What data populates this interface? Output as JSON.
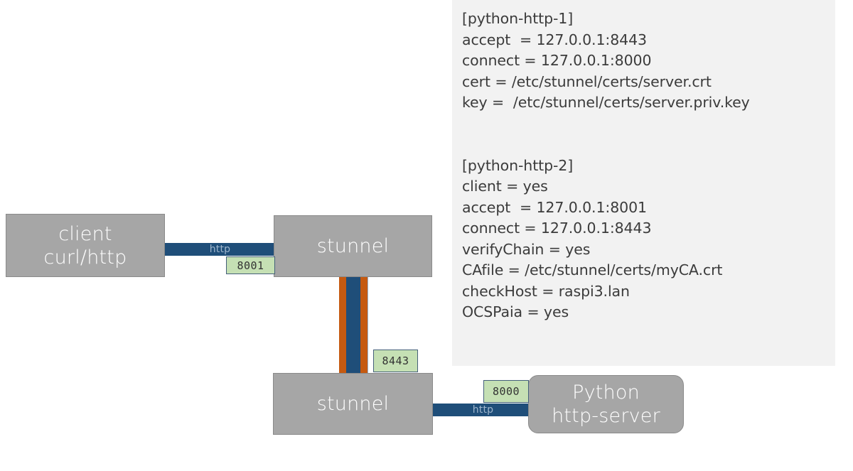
{
  "diagram": {
    "nodes": {
      "client": {
        "name": "client",
        "lines": [
          "client",
          "curl/http"
        ]
      },
      "stunnel_top": {
        "name": "stunnel",
        "lines": [
          "stunnel"
        ]
      },
      "stunnel_bottom": {
        "name": "stunnel",
        "lines": [
          "stunnel"
        ]
      },
      "python_server": {
        "name": "python-http-server",
        "lines": [
          "Python",
          "http-server"
        ]
      }
    },
    "links": {
      "client_to_stunnel": {
        "protocol_label": "http",
        "port": "8001"
      },
      "tls_tunnel": {
        "protocol_label": "",
        "port": "8443"
      },
      "stunnel_to_python": {
        "protocol_label": "http",
        "port": "8000"
      }
    },
    "colors": {
      "node_fill": "#a6a6a6",
      "node_border": "#8a8a8a",
      "node_text": "#ffffff",
      "http_link": "#1f4e79",
      "http_link_label": "#9fb6cd",
      "tls_stripe": "#c55a11",
      "tls_core": "#1f4e79",
      "port_badge_fill": "#c5e0b4",
      "port_badge_border": "#44607a",
      "config_panel_bg": "#f2f2f2",
      "config_text": "#3b3b3b"
    }
  },
  "config": {
    "service_1": {
      "section": "[python-http-1]",
      "lines": [
        "[python-http-1]",
        "accept  = 127.0.0.1:8443",
        "connect = 127.0.0.1:8000",
        "cert = /etc/stunnel/certs/server.crt",
        "key =  /etc/stunnel/certs/server.priv.key"
      ]
    },
    "service_2": {
      "section": "[python-http-2]",
      "lines": [
        "[python-http-2]",
        "client = yes",
        "accept  = 127.0.0.1:8001",
        "connect = 127.0.0.1:8443",
        "verifyChain = yes",
        "CAfile = /etc/stunnel/certs/myCA.crt",
        "checkHost = raspi3.lan",
        "OCSPaia = yes"
      ]
    }
  }
}
